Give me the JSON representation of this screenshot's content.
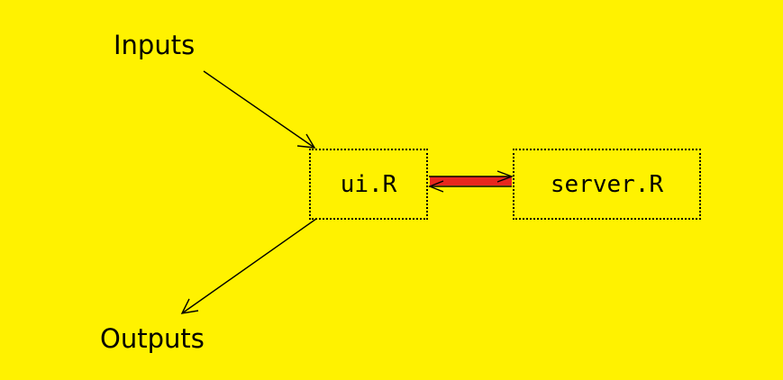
{
  "background_color": "#fff200",
  "nodes": {
    "inputs": {
      "label": "Inputs"
    },
    "outputs": {
      "label": "Outputs"
    },
    "ui": {
      "label": "ui.R"
    },
    "server": {
      "label": "server.R"
    }
  },
  "edges": [
    {
      "from": "inputs",
      "to": "ui",
      "style": "arrow"
    },
    {
      "from": "ui",
      "to": "outputs",
      "style": "arrow"
    },
    {
      "from": "ui",
      "to": "server",
      "style": "double-arrow-bidirectional",
      "fill_color": "#e8281e"
    }
  ]
}
